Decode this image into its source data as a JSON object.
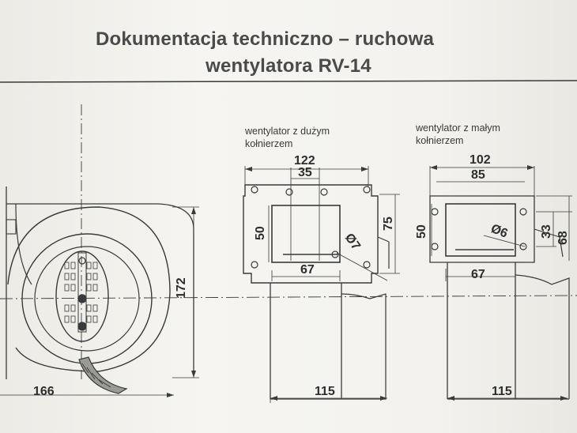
{
  "document": {
    "title_line1": "Dokumentacja  techniczno – ruchowa",
    "title_line2": "wentylatora   RV-14"
  },
  "front_view": {
    "dim_height": "172",
    "dim_width": "166"
  },
  "large_flange": {
    "caption_line1": "wentylator z dużym",
    "caption_line2": "kołnierzem",
    "dim_flange_width": "122",
    "dim_hole_spacing": "35",
    "dim_outlet_height": "50",
    "dim_outlet_width": "67",
    "dim_flange_height": "75",
    "dim_hole_diameter": "Ø7",
    "dim_body_width": "115"
  },
  "small_flange": {
    "caption_line1": "wentylator z małym",
    "caption_line2": "kołnierzem",
    "dim_flange_width": "102",
    "dim_hole_spacing": "85",
    "dim_outlet_height": "50",
    "dim_outlet_width": "67",
    "dim_hole_diameter": "Ø6",
    "dim_hole_offset": "33",
    "dim_flange_height": "68",
    "dim_body_width": "115"
  },
  "colors": {
    "ink": "#2e2e2e",
    "paper": "#f4f3ef"
  }
}
